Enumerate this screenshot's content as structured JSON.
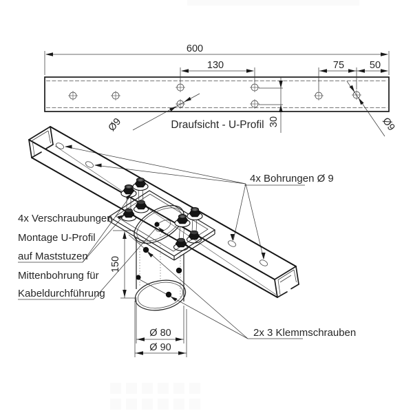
{
  "drawing": {
    "top_view": {
      "title": "Draufsicht - U-Profil",
      "dim_600": "600",
      "dim_130": "130",
      "dim_75": "75",
      "dim_50": "50",
      "dim_30": "30",
      "hole_diameter_left": "Ø9",
      "hole_diameter_right": "Ø9"
    },
    "iso_view": {
      "label_holes": "4x Bohrungen Ø 9",
      "label_bolts_line1": "4x Verschraubungen",
      "label_bolts_line2": "Montage U-Profil",
      "label_bolts_line3": "auf Maststuzen",
      "label_center_hole_line1": "Mittenbohrung für",
      "label_center_hole_line2": "Kabeldurchführung",
      "label_clamp_screws": "2x 3 Klemmschrauben",
      "dim_150": "150",
      "dim_d80": "Ø 80",
      "dim_d90": "Ø 90"
    },
    "colors": {
      "line": "#1a1a1a",
      "thin_line": "#3a3a3a",
      "text": "#262626",
      "background": "#ffffff"
    }
  }
}
